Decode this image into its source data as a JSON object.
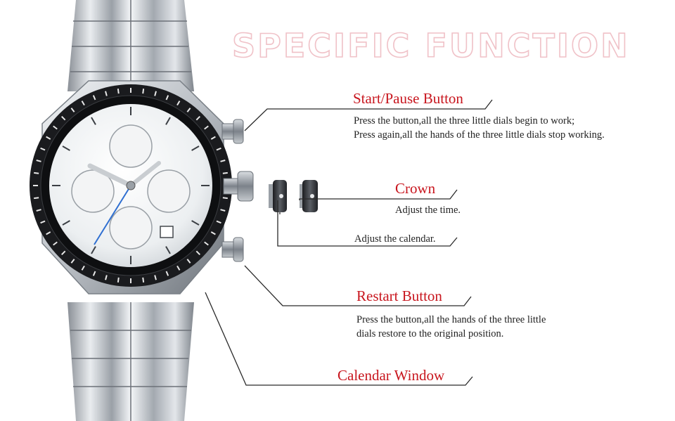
{
  "heading": "SPECIFIC FUNCTION",
  "colors": {
    "label": "#c8161e",
    "heading_outline": "#f0c2c8",
    "text": "#222222"
  },
  "functions": [
    {
      "label": "Start/Pause Button",
      "lines": [
        "Press the button,all the three little dials begin to work;",
        "Press again,all the hands of the three little dials stop working."
      ]
    },
    {
      "label": "Crown",
      "lines": [
        "Adjust the time."
      ]
    },
    {
      "label": "",
      "lines": [
        "Adjust the calendar."
      ]
    },
    {
      "label": "Restart Button",
      "lines": [
        "Press the button,all the hands of the three little",
        "dials restore to the original position."
      ]
    },
    {
      "label": "Calendar Window",
      "lines": []
    }
  ]
}
